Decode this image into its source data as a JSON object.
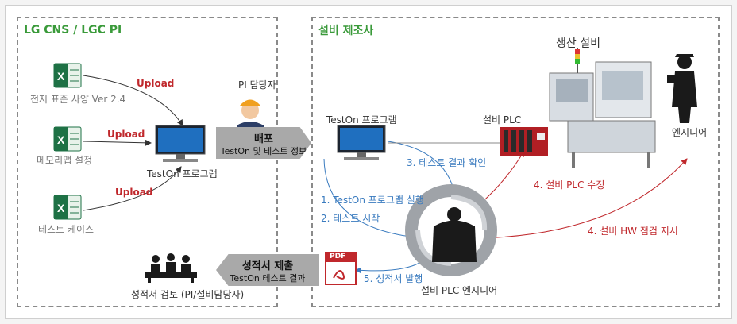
{
  "left_panel": {
    "title": "LG CNS / LGC PI",
    "docs": [
      "전지 표준 사양 Ver 2.4",
      "메모리맵 설정",
      "테스트 케이스"
    ],
    "upload_label": "Upload",
    "pc_label": "TestOn 프로그램"
  },
  "pi_person": "PI 담당자",
  "deploy": {
    "title": "배포",
    "subtitle": "TestOn 및 테스트 정보"
  },
  "report": {
    "title": "성적서 제출",
    "subtitle": "TestOn 테스트 결과"
  },
  "review_label": "성적서 검토 (PI/설비담당자)",
  "right_panel": {
    "title": "설비 제조사",
    "pc_label": "TestOn 프로그램",
    "plc_label": "설비 PLC",
    "equipment_label": "생산 설비",
    "engineer_label": "엔지니어",
    "plc_engineer_label": "설비 PLC 엔지니어",
    "pdf_label": "PDF"
  },
  "steps": [
    "1. TestOn 프로그램 실행",
    "2. 테스트 시작",
    "3. 테스트 결과 확인",
    "4. 설비 PLC 수정",
    "4. 설비 HW 점검 지시",
    "5. 성적서 발행"
  ],
  "colors": {
    "green": "#3a9a3a",
    "blue": "#3a7bbf",
    "red": "#c0282c",
    "banner": "#a9a9a9"
  }
}
